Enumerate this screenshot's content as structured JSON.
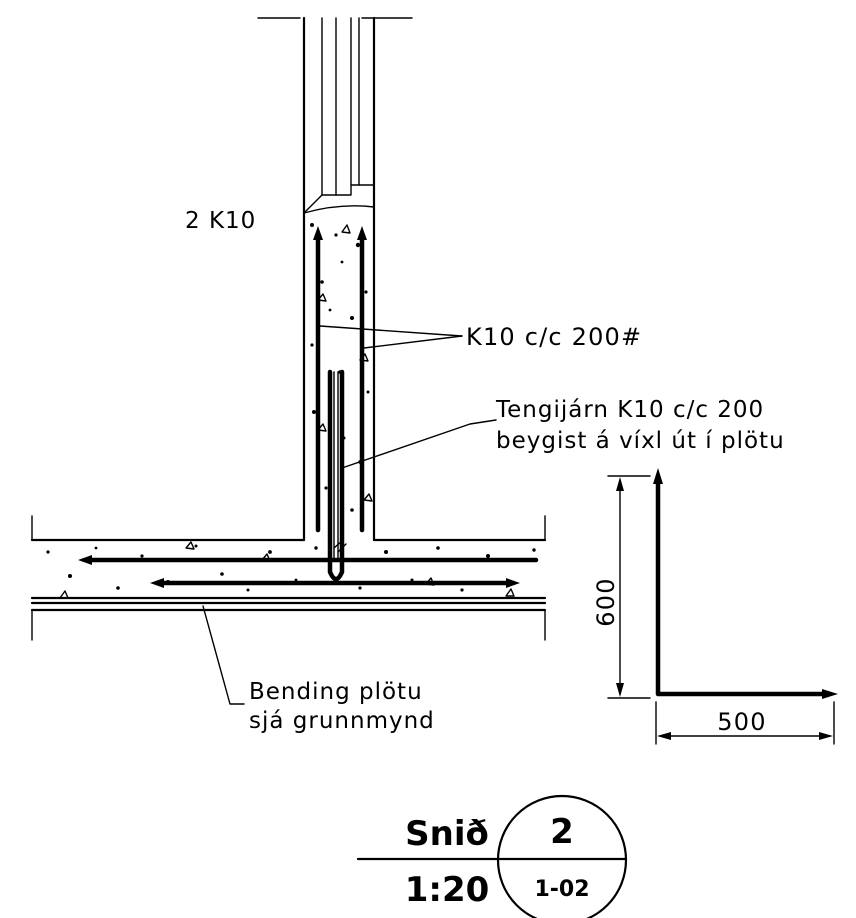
{
  "labels": {
    "wall_bars": "2 K10",
    "vertical_bars": "K10 c/c 200#",
    "starter_bars_line1": "Tengijárn K10 c/c 200",
    "starter_bars_line2": "beygist á víxl út í plötu",
    "slab_reinforcement_line1": "Bending plötu",
    "slab_reinforcement_line2": "sjá grunnmynd"
  },
  "bar_shape": {
    "height_dim": "600",
    "length_dim": "500"
  },
  "title_block": {
    "section_label": "Snið",
    "scale": "1:20",
    "section_number": "2",
    "sheet_ref": "1-02"
  }
}
